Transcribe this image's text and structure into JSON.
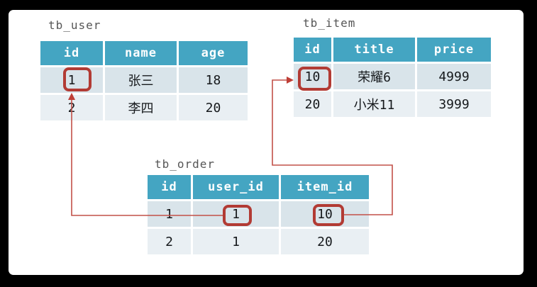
{
  "tables": {
    "user": {
      "title": "tb_user",
      "headers": [
        "id",
        "name",
        "age"
      ],
      "rows": [
        [
          "1",
          "张三",
          "18"
        ],
        [
          "2",
          "李四",
          "20"
        ]
      ]
    },
    "item": {
      "title": "tb_item",
      "headers": [
        "id",
        "title",
        "price"
      ],
      "rows": [
        [
          "10",
          "荣耀6",
          "4999"
        ],
        [
          "20",
          "小米11",
          "3999"
        ]
      ]
    },
    "order": {
      "title": "tb_order",
      "headers": [
        "id",
        "user_id",
        "item_id"
      ],
      "rows": [
        [
          "1",
          "1",
          "10"
        ],
        [
          "2",
          "1",
          "20"
        ]
      ]
    }
  },
  "highlighted_cells": [
    {
      "table": "tb_user",
      "column": "id",
      "value": "1"
    },
    {
      "table": "tb_item",
      "column": "id",
      "value": "10"
    },
    {
      "table": "tb_order",
      "column": "user_id",
      "value": "1"
    },
    {
      "table": "tb_order",
      "column": "item_id",
      "value": "10"
    }
  ],
  "relations": [
    {
      "from_table": "tb_order",
      "from_column": "user_id",
      "to_table": "tb_user",
      "to_column": "id"
    },
    {
      "from_table": "tb_order",
      "from_column": "item_id",
      "to_table": "tb_item",
      "to_column": "id"
    }
  ],
  "colors": {
    "frame": "#000000",
    "paper": "#ffffff",
    "header_bg": "#44a5c2",
    "header_text": "#ffffff",
    "row_odd_bg": "#d9e4ea",
    "row_even_bg": "#e9eff3",
    "cell_text": "#16191c",
    "title_text": "#555555",
    "highlight_border": "#b23b34",
    "arrow_line": "#c25048"
  }
}
